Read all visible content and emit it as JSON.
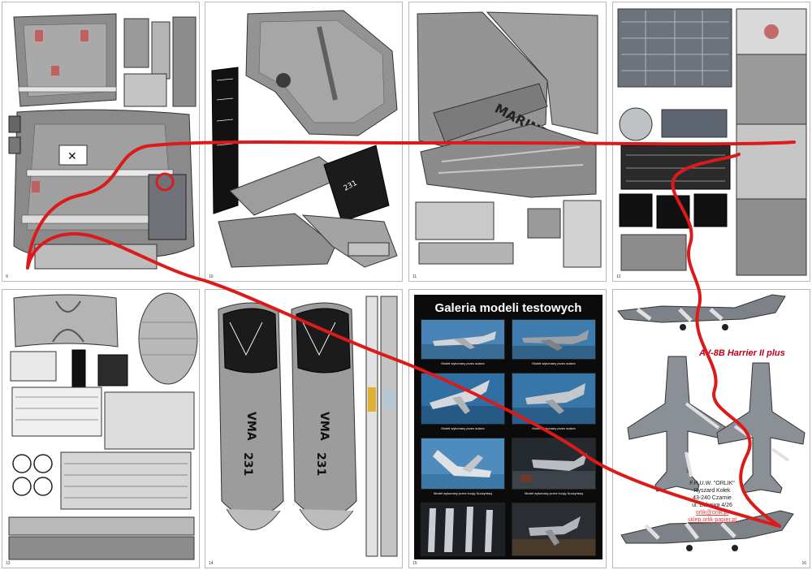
{
  "pages": {
    "p1_number": "9",
    "p2_number": "10",
    "p3_number": "11",
    "p4_number": "12",
    "p5_number": "13",
    "p6_number": "14",
    "p7_number": "15",
    "p8_number": "16"
  },
  "decals": {
    "squadron": "VMA",
    "squadron_number": "231",
    "marines": "MARINES"
  },
  "gallery": {
    "title": "Galeria modeli testowych",
    "captions": [
      "Model wykonany przez autora",
      "Model wykonany przez autora",
      "Model wykonany przez autora",
      "Model wykonany przez autora",
      "Model wykonany przez Łucję Kuczyńską",
      "Model wykonany przez Łucję Kuczyńską"
    ]
  },
  "cover": {
    "title": "AV-8B Harrier II plus",
    "publisher_lines": [
      "F.H.U.W. \"ORLIK\"",
      "Ryszard Kołek",
      "43-240 Czarnie",
      "ul. Bukowa 4/26"
    ],
    "link1": "orlik@orlik.pl",
    "link2": "sklep.orlik-papier.pl"
  },
  "colors": {
    "annotation_stroke": "#dd1a1a",
    "gallery_bg": "#0b0b0b",
    "part_light": "#c7c7c7",
    "part_mid": "#9a9a9a",
    "part_dark": "#6c7178"
  }
}
